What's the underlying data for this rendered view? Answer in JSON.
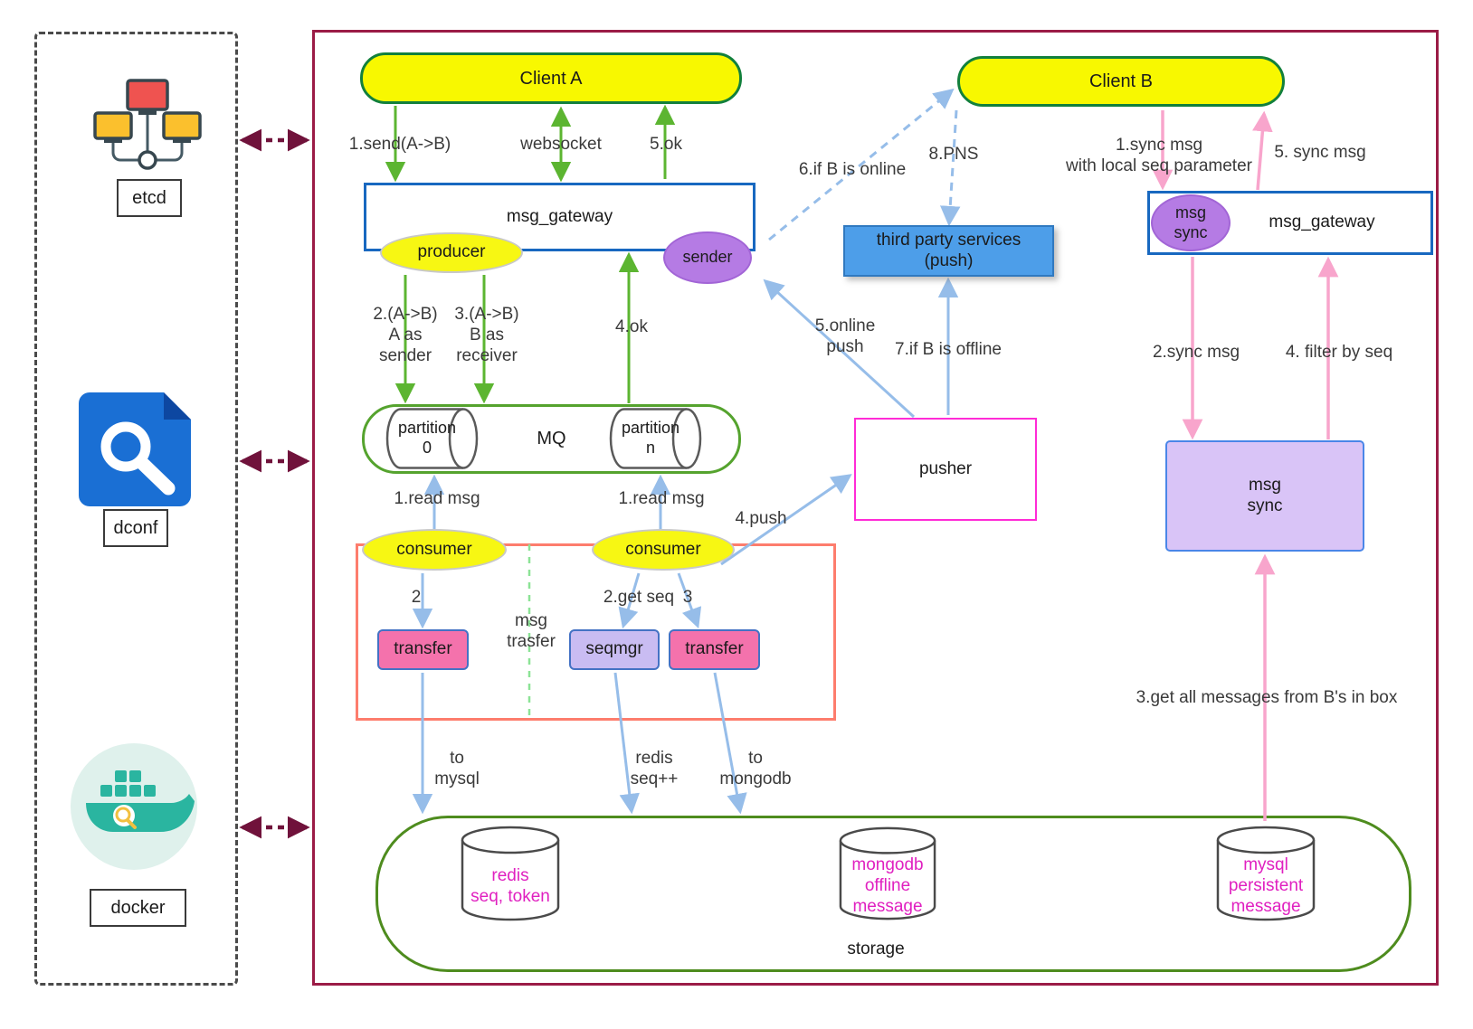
{
  "colors": {
    "main_frame": "#9b1c46",
    "client_fill": "#f8f800",
    "client_border": "#12803c",
    "gateway_border": "#1868c0",
    "mq_border": "#55a32e",
    "storage_border": "#4e8c1e",
    "group_border_red": "#fd7d6d",
    "green_arrow": "#5cb531",
    "blue_arrow": "#96bde9",
    "pink_arrow": "#f8a5cc",
    "maroon_arrow": "#70123b",
    "purple_node": "#b57be4",
    "third_party_fill": "#4d9ee9",
    "pusher_border": "#ff2bd6",
    "transfer_fill": "#f472ac",
    "seqmgr_fill": "#c9bcf2",
    "msg_sync_fill": "#d9c4f7",
    "db_text": "#e020c0",
    "yellow_node": "#f7f713"
  },
  "left_panel": {
    "etcd": "etcd",
    "dconf": "dconf",
    "docker": "docker"
  },
  "nodes": {
    "client_a": "Client A",
    "client_b": "Client B",
    "gateway_left": "msg_gateway",
    "gateway_right": "msg_gateway",
    "producer": "producer",
    "sender": "sender",
    "mq": "MQ",
    "partition0": "partition\n0",
    "partition_n": "partition\nn",
    "consumer_left": "consumer",
    "consumer_right": "consumer",
    "transfer_left": "transfer",
    "seqmgr": "seqmgr",
    "transfer_right": "transfer",
    "pusher": "pusher",
    "third_party": "third party services\n(push)",
    "msg_sync_ellipse": "msg\nsync",
    "msg_sync_box": "msg\nsync",
    "storage": "storage",
    "redis": "redis\nseq, token",
    "mongodb": "mongodb\noffline\nmessage",
    "mysql": "mysql\npersistent\nmessage"
  },
  "edge_labels": {
    "send_ab": "1.send(A->B)",
    "websocket": "websocket",
    "ok5": "5.ok",
    "a_as_sender": "2.(A->B)\nA as\nsender",
    "b_as_receiver": "3.(A->B)\nB as\nreceiver",
    "ok4": "4.ok",
    "read_msg_left": "1.read msg",
    "read_msg_right": "1.read msg",
    "step2": "2",
    "msg_trasfer": "msg\ntrasfer",
    "get_seq": "2.get seq",
    "step3": "3",
    "push4": "4.push",
    "to_mysql": "to\nmysql",
    "redis_seq": "redis\nseq++",
    "to_mongodb": "to\nmongodb",
    "if_online": "6.if B is online",
    "pns": "8.PNS",
    "online_push": "5.online\npush",
    "if_offline": "7.if B is offline",
    "sync_msg1": "1.sync msg\nwith local seq parameter",
    "sync_msg5": "5. sync msg",
    "sync_msg2": "2.sync msg",
    "filter_by_seq": "4. filter by seq",
    "get_all": "3.get all messages from B's in box"
  }
}
